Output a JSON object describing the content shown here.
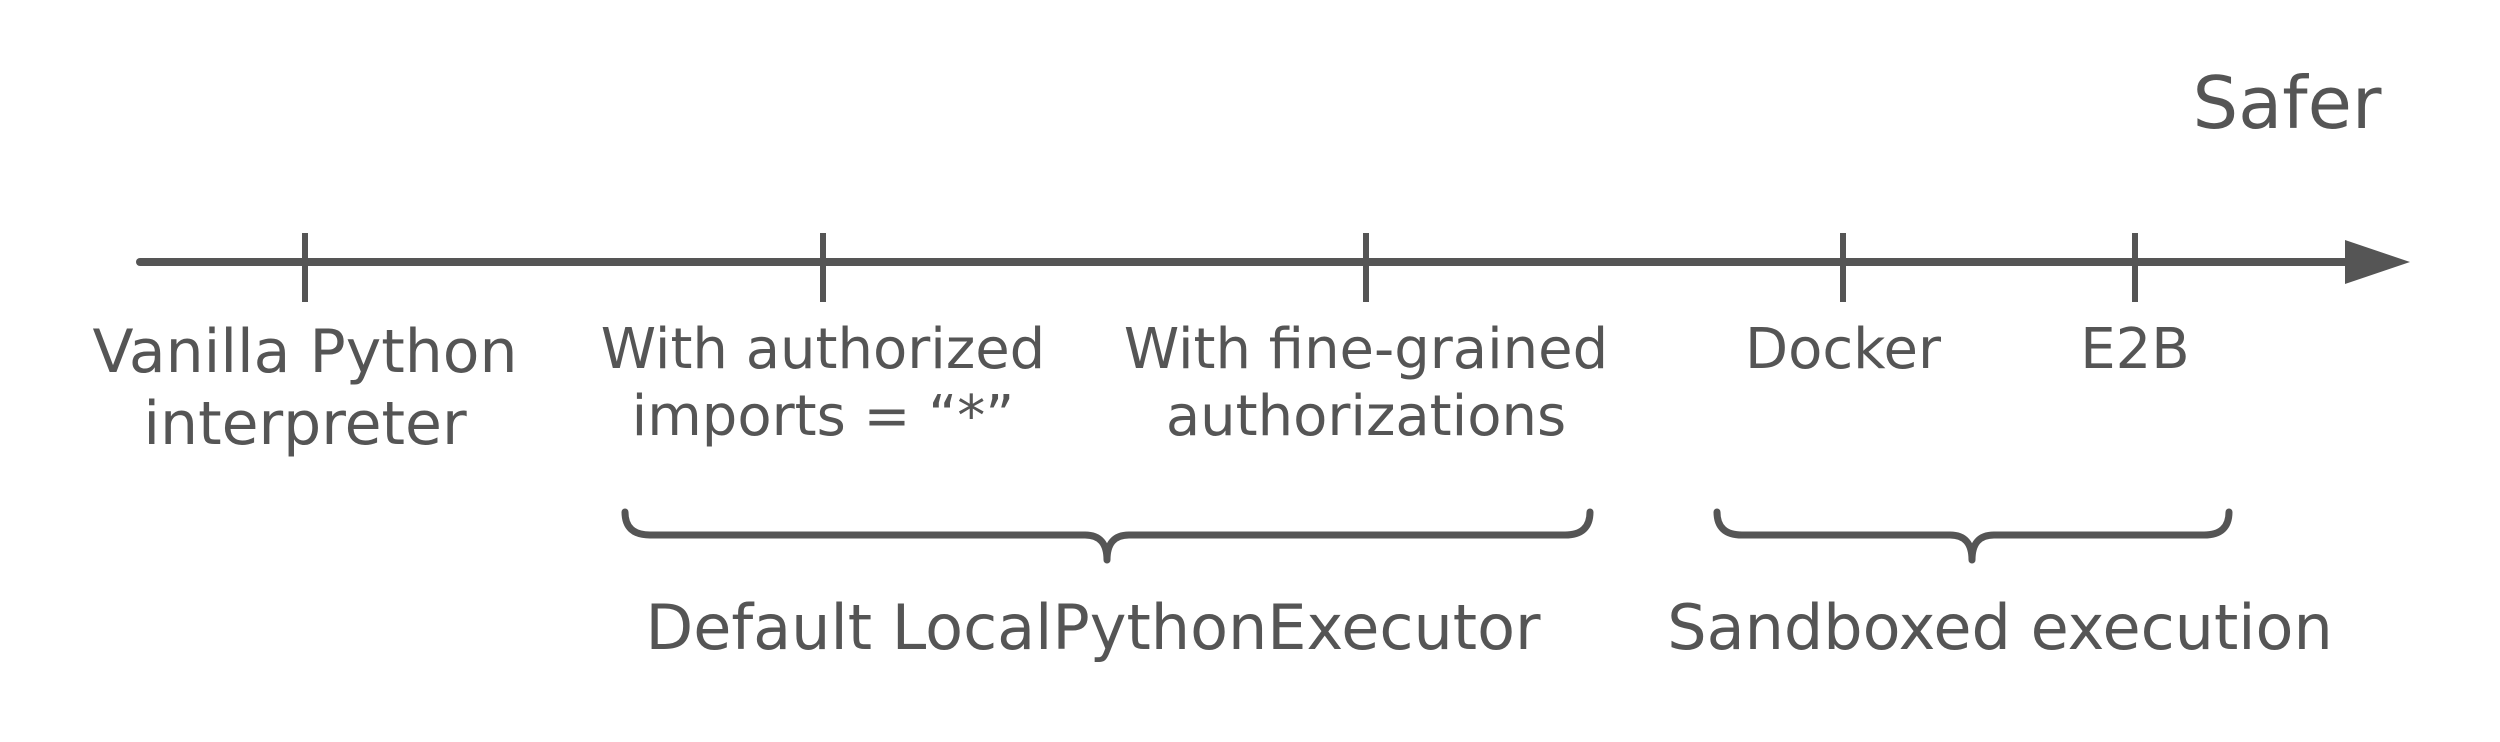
{
  "axis": {
    "title": "Safer"
  },
  "ticks": [
    {
      "id": "vanilla",
      "label_lines": [
        "Vanilla Python",
        "interpreter"
      ]
    },
    {
      "id": "authorized",
      "label_lines": [
        "With authorized",
        "imports = “*”"
      ]
    },
    {
      "id": "fine",
      "label_lines": [
        "With fine-grained",
        "authorizations"
      ]
    },
    {
      "id": "docker",
      "label_lines": [
        "Docker"
      ]
    },
    {
      "id": "e2b",
      "label_lines": [
        "E2B"
      ]
    }
  ],
  "groups": [
    {
      "id": "default",
      "label": "Default LocalPythonExecutor"
    },
    {
      "id": "sandboxed",
      "label": "Sandboxed execution"
    }
  ],
  "colors": {
    "ink": "#555555"
  }
}
